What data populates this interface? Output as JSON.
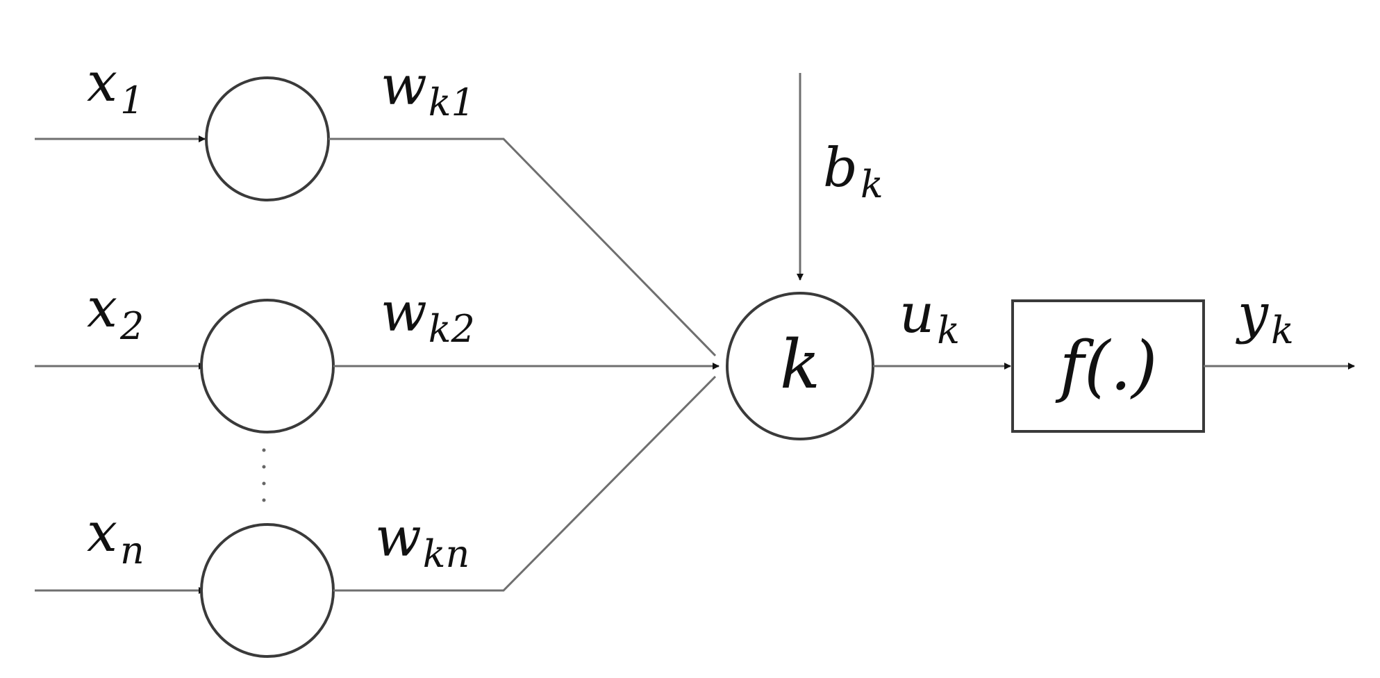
{
  "diagram": {
    "inputs": [
      {
        "var": "x",
        "sub": "1",
        "weight_var": "w",
        "weight_sub": "k1"
      },
      {
        "var": "x",
        "sub": "2",
        "weight_var": "w",
        "weight_sub": "k2"
      },
      {
        "var": "x",
        "sub": "n",
        "weight_var": "w",
        "weight_sub": "kn"
      }
    ],
    "bias": {
      "var": "b",
      "sub": "k"
    },
    "neuron": {
      "label": "k"
    },
    "net_output": {
      "var": "u",
      "sub": "k"
    },
    "activation": {
      "label": "f(.)"
    },
    "output": {
      "var": "y",
      "sub": "k"
    }
  }
}
